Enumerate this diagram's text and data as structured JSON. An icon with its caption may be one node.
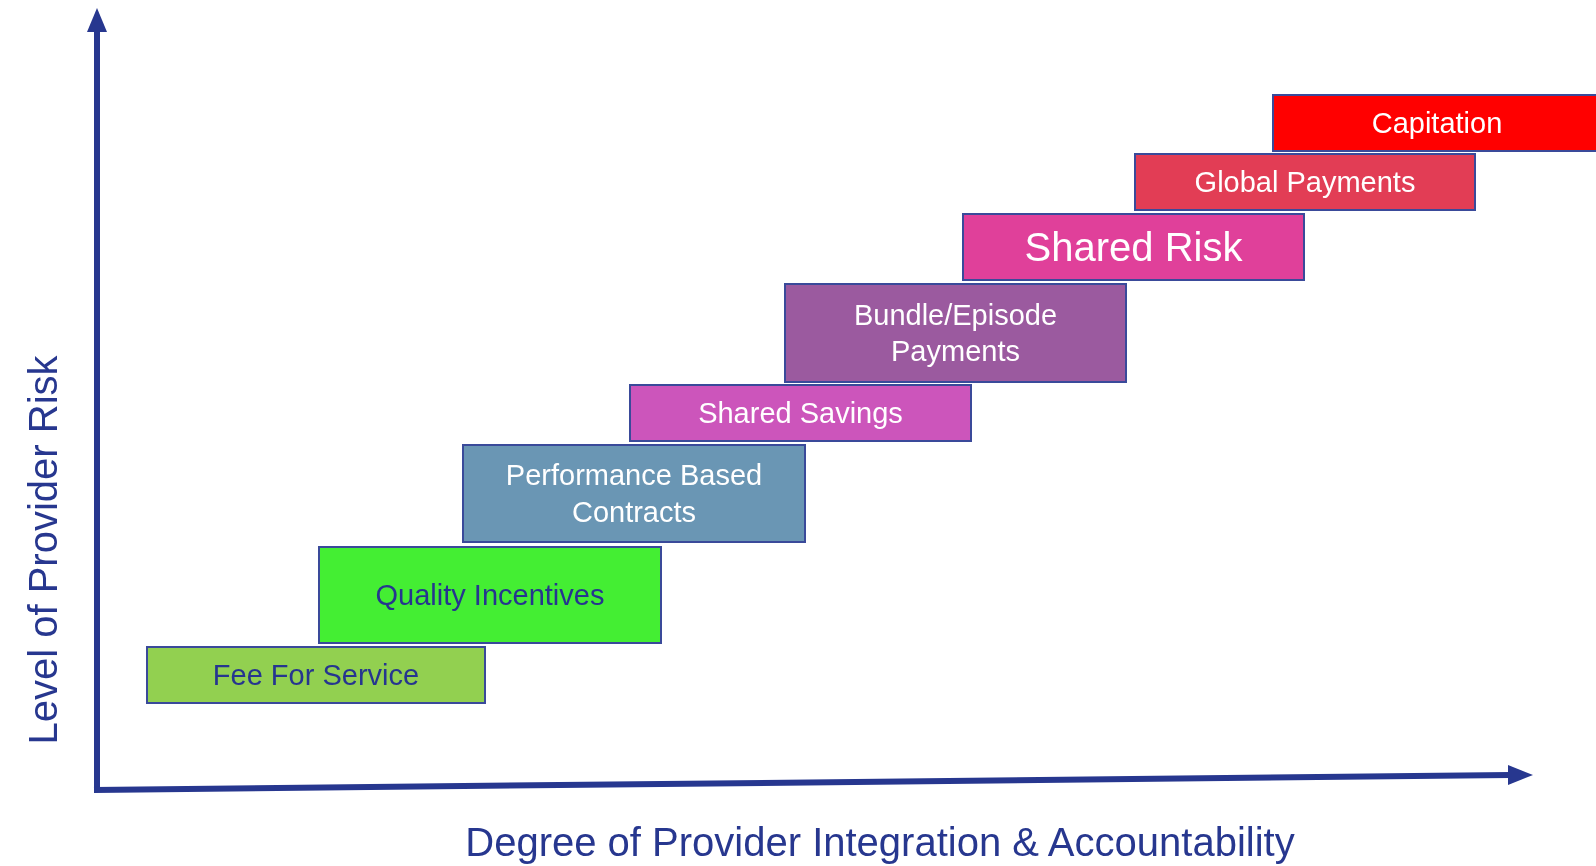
{
  "diagram": {
    "nodes": [
      {
        "text": [
          "Fee For Service"
        ]
      },
      {
        "text": [
          "Quality Incentives"
        ]
      },
      {
        "text": [
          "Performance Based Contracts"
        ]
      },
      {
        "text": [
          "Shared Savings"
        ]
      },
      {
        "text": [
          "Bundle/Episode Payments"
        ]
      },
      {
        "text": [
          "Shared Risk"
        ]
      },
      {
        "text": [
          "Global Payments"
        ]
      },
      {
        "text": [
          "Capitation"
        ]
      }
    ],
    "labels": [
      "Level of Provider Risk",
      "Degree of Provider Integration & Accountability"
    ]
  }
}
